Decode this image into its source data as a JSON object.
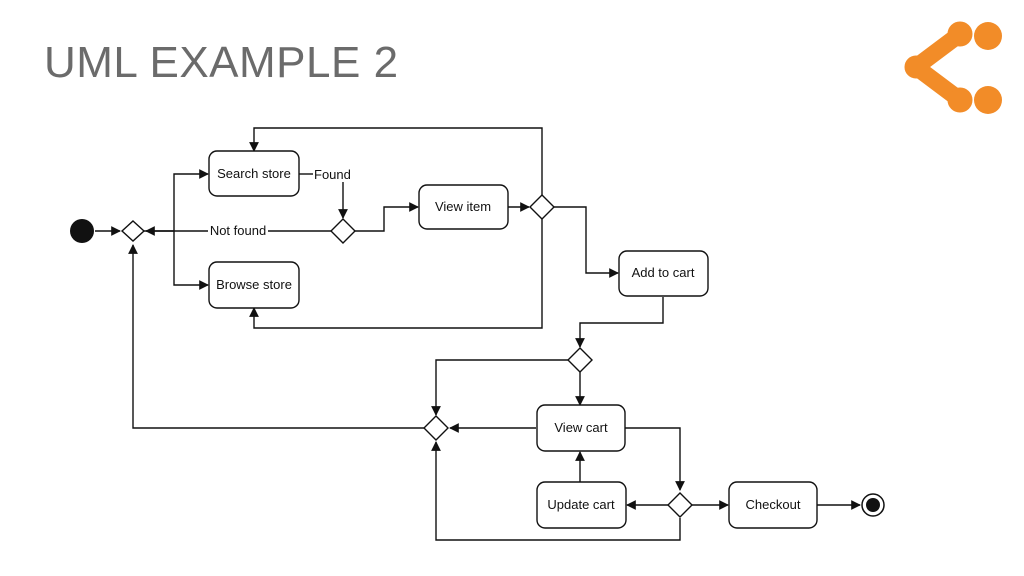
{
  "slide": {
    "title": "UML EXAMPLE 2",
    "brand_color": "#f28c28"
  },
  "logo": {
    "icon": "orange-nodes-logo"
  },
  "diagram": {
    "type": "uml-activity-diagram",
    "nodes": {
      "search_store": "Search store",
      "browse_store": "Browse store",
      "view_item": "View item",
      "add_to_cart": "Add to cart",
      "view_cart": "View cart",
      "update_cart": "Update cart",
      "checkout": "Checkout"
    },
    "edge_labels": {
      "found": "Found",
      "not_found": "Not found"
    }
  }
}
